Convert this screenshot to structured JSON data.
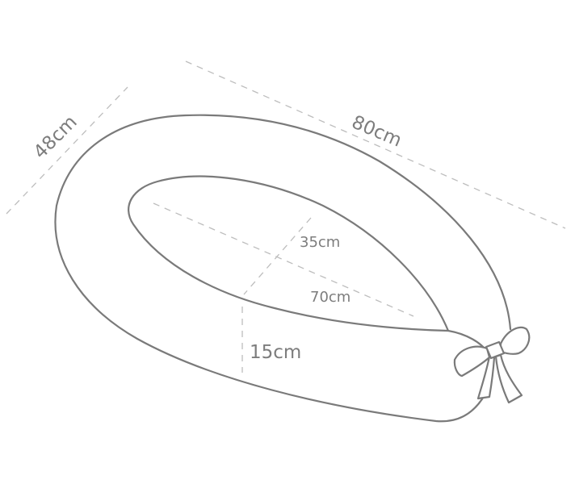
{
  "dimensions": {
    "outer_width": "48cm",
    "outer_length": "80cm",
    "inner_width": "35cm",
    "inner_length": "70cm",
    "thickness": "15cm"
  },
  "colors": {
    "outline": "#7a7a7a",
    "dimension_line": "#bdbdbd",
    "label": "#7d7d7d",
    "background": "#ffffff"
  }
}
